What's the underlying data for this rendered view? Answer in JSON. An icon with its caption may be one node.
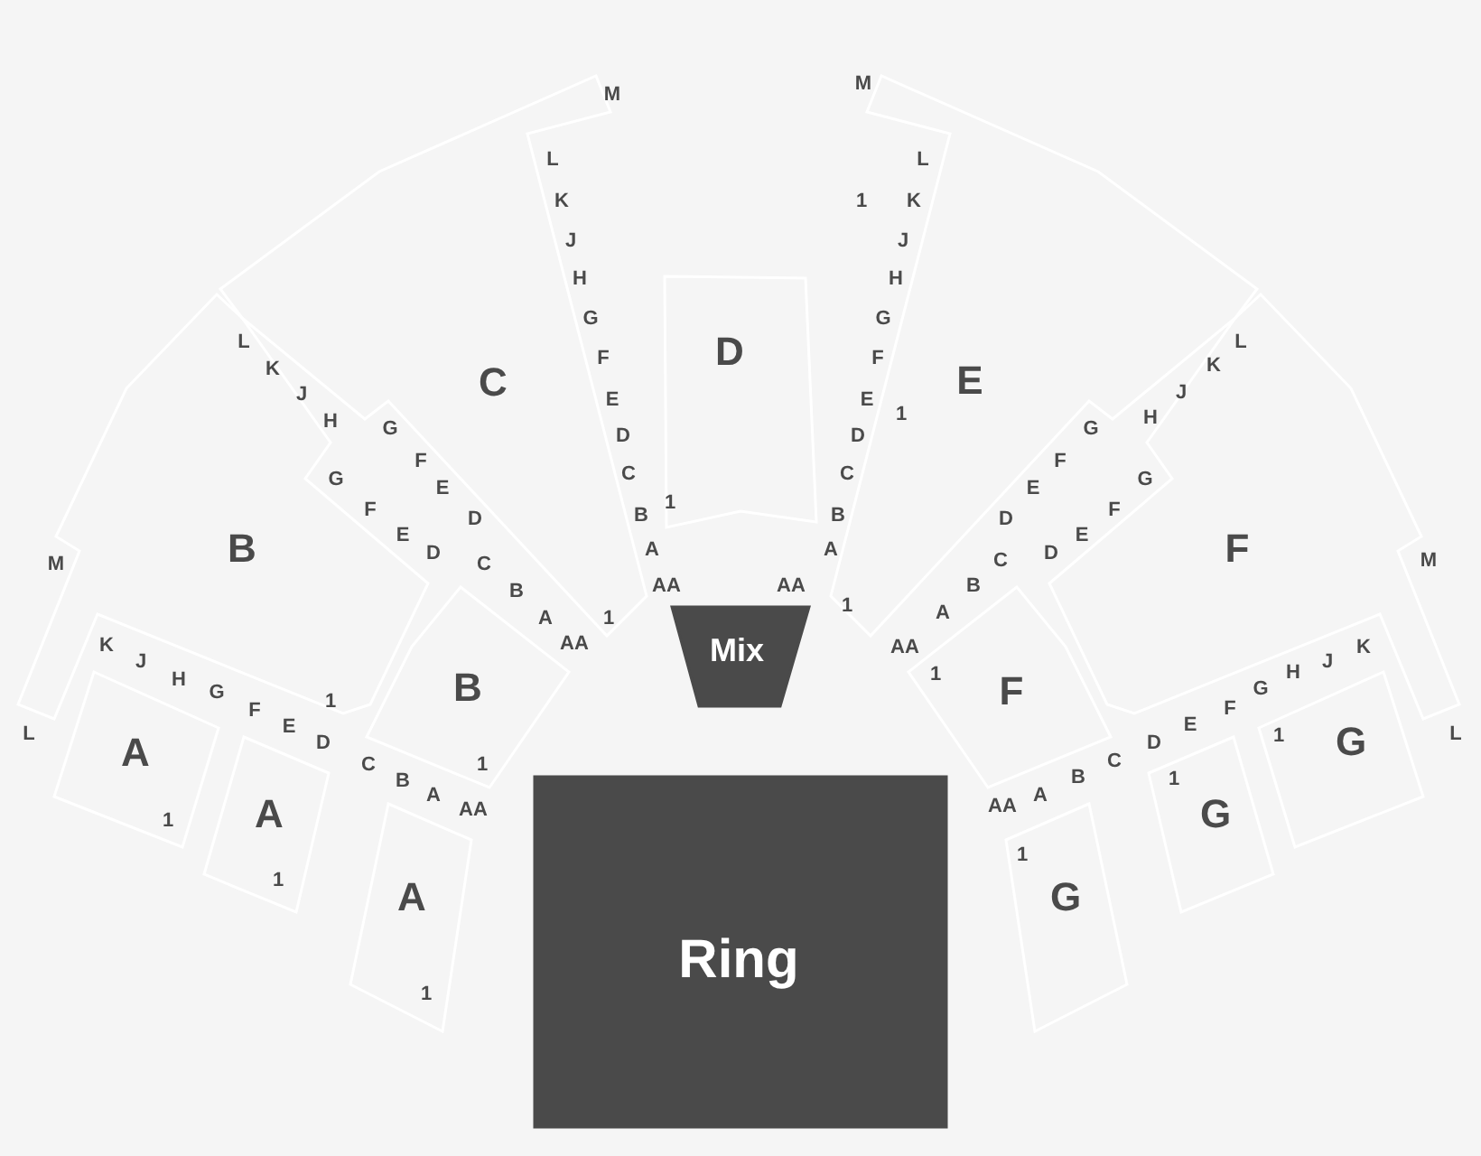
{
  "diagram": {
    "nodes": [
      {
        "text": [
          "D"
        ]
      },
      {
        "text": [
          "C"
        ]
      },
      {
        "text": [
          "E"
        ]
      },
      {
        "text": [
          "B"
        ]
      },
      {
        "text": [
          "F"
        ]
      },
      {
        "text": [
          "Mix"
        ]
      },
      {
        "text": [
          "B"
        ]
      },
      {
        "text": [
          "F"
        ]
      },
      {
        "text": [
          "G"
        ]
      },
      {
        "text": [
          "A"
        ]
      },
      {
        "text": [
          "A"
        ]
      },
      {
        "text": [
          "G"
        ]
      },
      {
        "text": [
          "A"
        ]
      },
      {
        "text": [
          "G"
        ]
      },
      {
        "text": [
          "Ring"
        ]
      }
    ],
    "labels": [
      "M",
      "M",
      "L",
      "K",
      "J",
      "H",
      "G",
      "F",
      "E",
      "D",
      "C",
      "1",
      "B",
      "A",
      "AA",
      "L",
      "1",
      "K",
      "J",
      "H",
      "G",
      "F",
      "E",
      "1",
      "D",
      "C",
      "B",
      "A",
      "AA",
      "1",
      "L",
      "K",
      "J",
      "H",
      "G",
      "F",
      "E",
      "D",
      "G",
      "F",
      "E",
      "D",
      "C",
      "B",
      "A",
      "1",
      "AA",
      "L",
      "K",
      "J",
      "H",
      "G",
      "F",
      "E",
      "D",
      "G",
      "F",
      "E",
      "D",
      "C",
      "B",
      "A",
      "AA",
      "1",
      "M",
      "M",
      "K",
      "J",
      "H",
      "G",
      "1",
      "F",
      "E",
      "D",
      "L",
      "C",
      "1",
      "B",
      "A",
      "AA",
      "1",
      "1",
      "1",
      "K",
      "J",
      "H",
      "G",
      "F",
      "E",
      "1",
      "L",
      "D",
      "C",
      "B",
      "1",
      "A",
      "AA",
      "1"
    ]
  }
}
